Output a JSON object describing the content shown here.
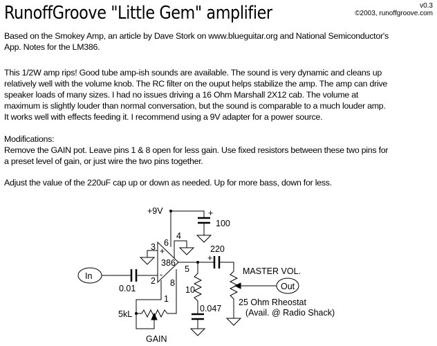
{
  "header": {
    "title": "RunoffGroove \"Little Gem\" amplifier",
    "version": "v0.3",
    "copyright": "©2003, runoffgroove.com"
  },
  "intro": {
    "lines": [
      "Based on the Smokey Amp, an article by Dave Stork on www.blueguitar.org and National Semiconductor's",
      "App. Notes for the LM386."
    ]
  },
  "description": {
    "lines": [
      "This 1/2W amp rips!  Good tube amp-ish sounds are available.  The sound is very dynamic and cleans up",
      "relatively well with the volume knob.  The RC filter on the ouput helps stabilize the amp.  The amp can drive",
      "speaker loads of many sizes.  I had no issues driving a 16 Ohm Marshall 2X12 cab.  The volume at",
      "maximum is slightly louder than normal conversation, but the sound is comparable to a much louder amp.",
      "It works well with effects feeding it.  I recommend using a 9V adapter for a power source."
    ]
  },
  "modifications": {
    "heading": "Modifications:",
    "lines": [
      "Remove the GAIN pot.  Leave pins 1 & 8 open for less gain.  Use fixed resistors between these two pins for",
      "a preset level of gain, or just wire the two pins together."
    ]
  },
  "adjust": {
    "text": "Adjust the value of the 220uF cap up or down as needed.  Up for more bass, down for less."
  },
  "schematic": {
    "supply": "+9V",
    "supply_cap": "100",
    "chip": "386",
    "pins": {
      "p1": "1",
      "p2": "2",
      "p3": "3",
      "p4": "4",
      "p5": "5",
      "p6": "6",
      "p8": "8"
    },
    "plus": "+",
    "minus": "-",
    "input": "In",
    "input_cap": "0.01",
    "gain_pot": "5kL",
    "gain_label": "GAIN",
    "output_cap": "220",
    "zobel_resistor": "10",
    "zobel_cap": "0.047",
    "master_label": "MASTER VOL.",
    "rheostat_line1": "25 Ohm Rheostat",
    "rheostat_line2": "(Avail. @ Radio Shack)",
    "output": "Out"
  }
}
